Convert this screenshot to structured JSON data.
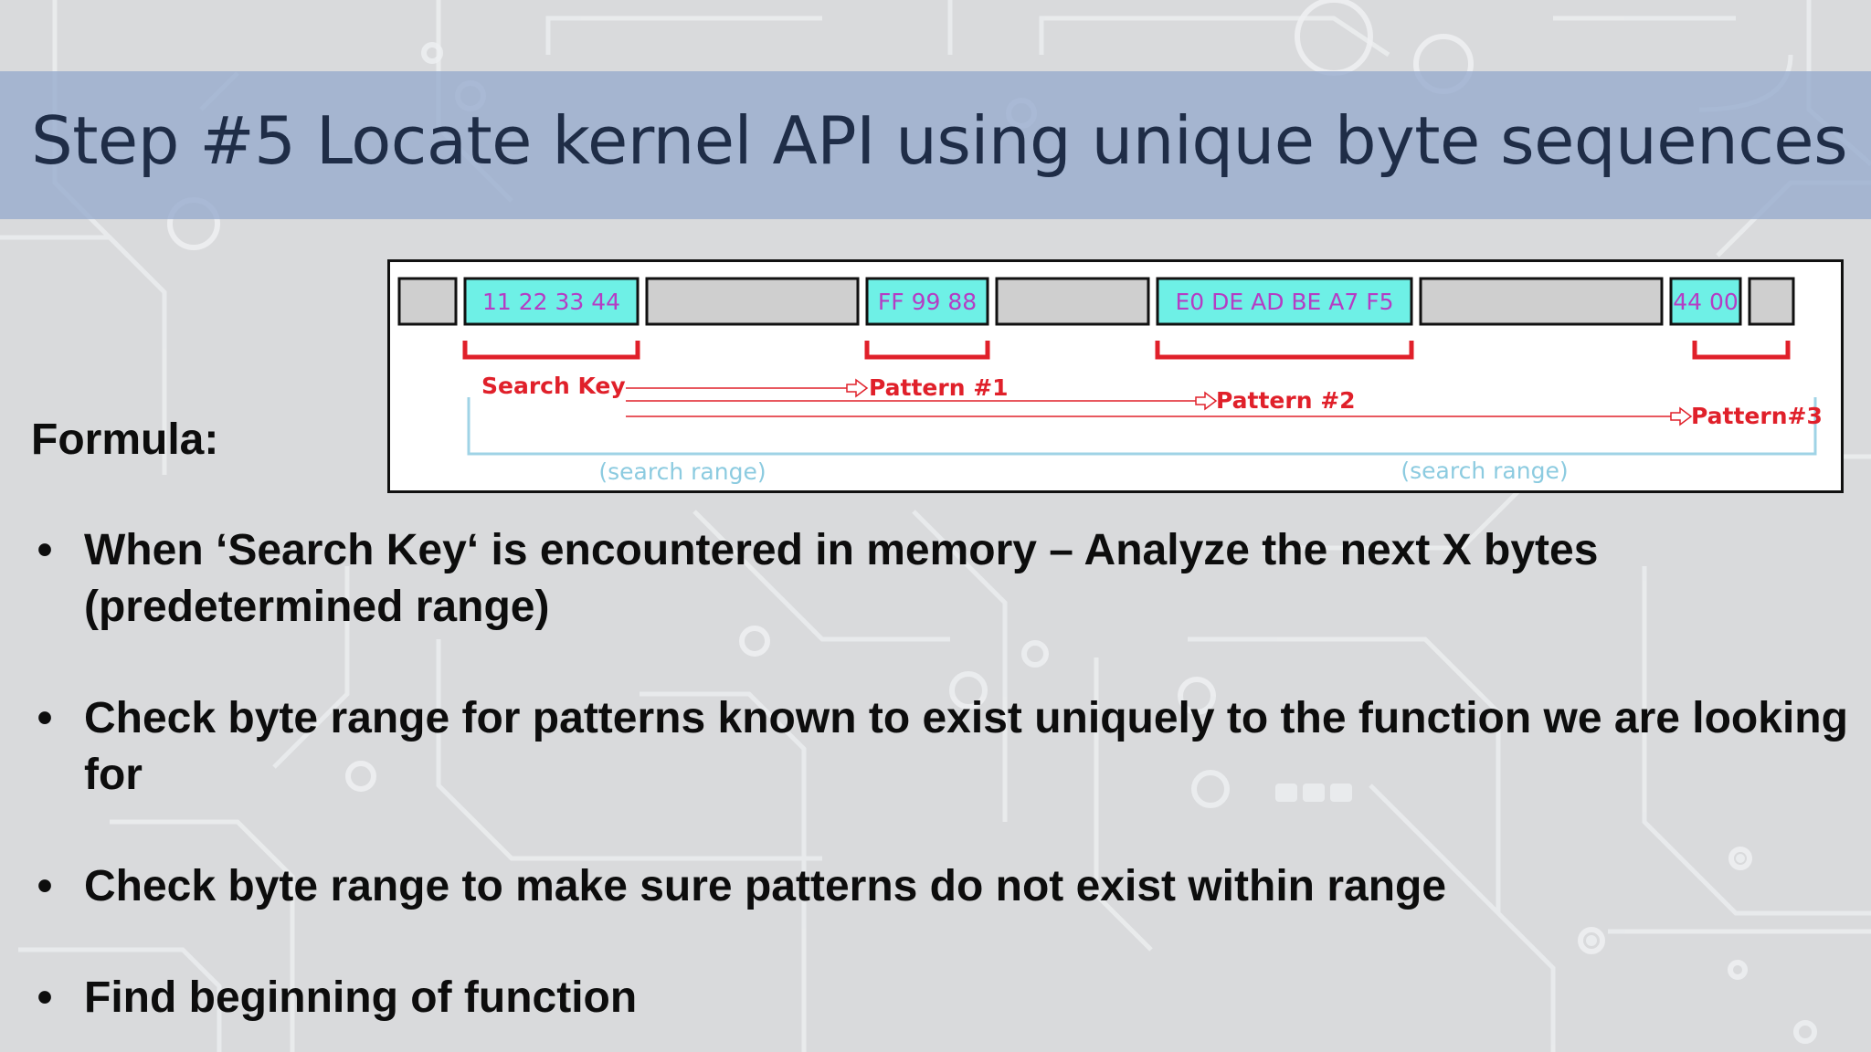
{
  "slide": {
    "title": "Step #5 Locate kernel API using unique byte sequences",
    "formula_label": "Formula:",
    "bullet_symbol": "•",
    "bullets": [
      {
        "text": "When ‘Search Key‘ is encountered in memory – Analyze the next X bytes (predetermined range)"
      },
      {
        "text": "Check byte range for patterns known to exist uniquely to the function we are looking for"
      },
      {
        "text": "Check byte range to make sure patterns do not exist within range"
      },
      {
        "text": "Find beginning of function"
      }
    ]
  },
  "diagram": {
    "memory_cells": [
      {
        "text": "",
        "highlight": false
      },
      {
        "text": "11 22 33 44",
        "highlight": true
      },
      {
        "text": "",
        "highlight": false
      },
      {
        "text": "FF 99 88",
        "highlight": true
      },
      {
        "text": "",
        "highlight": false
      },
      {
        "text": "E0 DE AD BE A7 F5",
        "highlight": true
      },
      {
        "text": "",
        "highlight": false
      },
      {
        "text": "44 00",
        "highlight": true
      },
      {
        "text": "",
        "highlight": false
      }
    ],
    "labels": {
      "search_key": "Search Key",
      "pattern1": "Pattern #1",
      "pattern2": "Pattern #2",
      "pattern3": "Pattern#3",
      "search_range_left": "(search range)",
      "search_range_right": "(search range)"
    },
    "colors": {
      "highlight_fill": "#6ef0e6",
      "plain_fill": "#cfcfcf",
      "hex_text": "#b53cc4",
      "bracket_red": "#e0202a",
      "range_blue": "#9fd3e6",
      "range_text": "#8ccbe0"
    }
  }
}
